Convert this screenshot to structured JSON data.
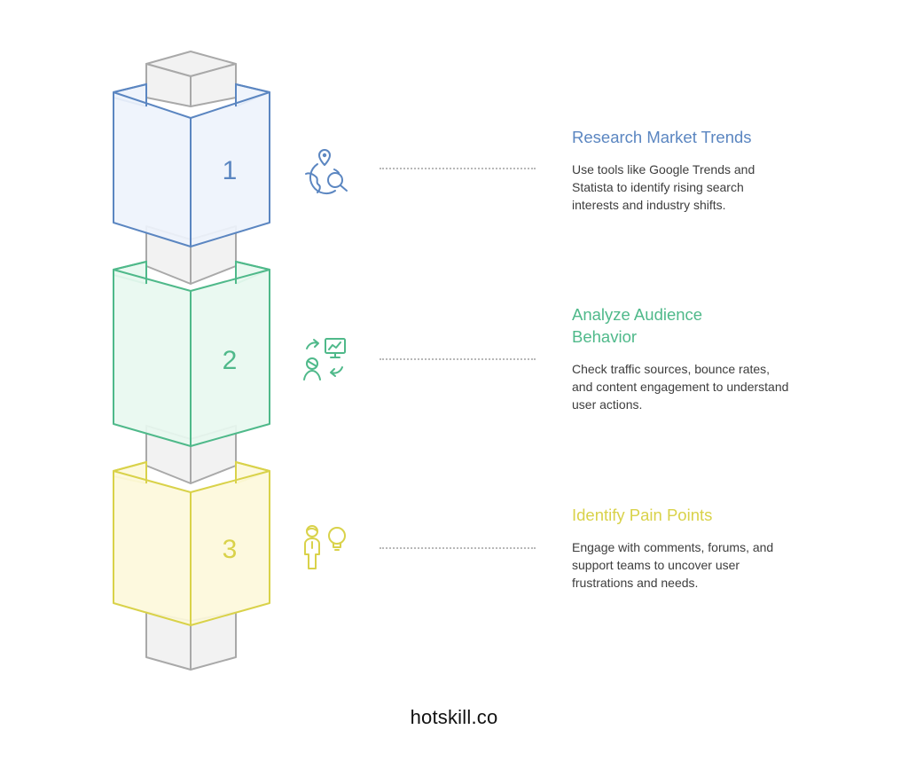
{
  "steps": [
    {
      "number": "1",
      "title": "Research Market Trends",
      "description": "Use tools like Google Trends and Statista to identify rising search interests and industry shifts.",
      "icon": "globe-location-search-icon",
      "color": "#5b86c1",
      "fill": "#eef3fc"
    },
    {
      "number": "2",
      "title": "Analyze Audience Behavior",
      "description": "Check traffic sources, bounce rates, and content engagement to understand user actions.",
      "icon": "user-analytics-icon",
      "color": "#4fb98a",
      "fill": "#e8f8f0"
    },
    {
      "number": "3",
      "title": "Identify Pain Points",
      "description": "Engage with comments, forums, and support teams to uncover user frustrations and needs.",
      "icon": "person-lightbulb-icon",
      "color": "#d9d24a",
      "fill": "#fdf9db"
    }
  ],
  "pillar": {
    "stroke": "#a9a9a9",
    "fill": "#f2f2f2"
  },
  "footer": {
    "text": "hotskill.co"
  }
}
